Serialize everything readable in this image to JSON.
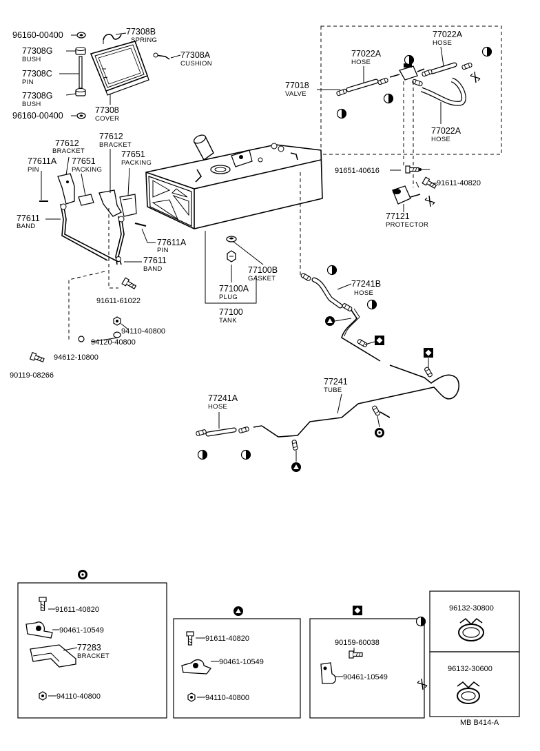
{
  "diagram_code": "MB B414-A",
  "labels": {
    "p96160_top": "96160-00400",
    "p77308B": "77308B",
    "p77308B_name": "SPRING",
    "p77308G_a": "77308G",
    "p77308G_a_name": "BUSH",
    "p77308A": "77308A",
    "p77308A_name": "CUSHION",
    "p77308C": "77308C",
    "p77308C_name": "PIN",
    "p77308G_b": "77308G",
    "p77308G_b_name": "BUSH",
    "p77308": "77308",
    "p77308_name": "COVER",
    "p96160_bot": "96160-00400",
    "p77612_a": "77612",
    "p77612_a_name": "BRACKET",
    "p77612_b": "77612",
    "p77612_b_name": "BRACKET",
    "p77611A_a": "77611A",
    "p77611A_a_name": "PIN",
    "p77651_a": "77651",
    "p77651_a_name": "PACKING",
    "p77651_b": "77651",
    "p77651_b_name": "PACKING",
    "p77611_a": "77611",
    "p77611_a_name": "BAND",
    "p77611A_b": "77611A",
    "p77611A_b_name": "PIN",
    "p77611_b": "77611",
    "p77611_b_name": "BAND",
    "p91611_61022": "91611-61022",
    "p94110_40800": "94110-40800",
    "p94120_40800": "94120-40800",
    "p94612_10800": "94612-10800",
    "p90119_08266": "90119-08266",
    "p77100B": "77100B",
    "p77100B_name": "GASKET",
    "p77100A": "77100A",
    "p77100A_name": "PLUG",
    "p77100": "77100",
    "p77100_name": "TANK",
    "p77022A_a": "77022A",
    "p77022A_a_name": "HOSE",
    "p77022A_b": "77022A",
    "p77022A_b_name": "HOSE",
    "p77022A_c": "77022A",
    "p77022A_c_name": "HOSE",
    "p77018": "77018",
    "p77018_name": "VALVE",
    "p91651_40616": "91651-40616",
    "p91611_40820": "91611-40820",
    "p77121": "77121",
    "p77121_name": "PROTECTOR",
    "p77241B": "77241B",
    "p77241B_name": "HOSE",
    "p77241": "77241",
    "p77241_name": "TUBE",
    "p77241A": "77241A",
    "p77241A_name": "HOSE"
  },
  "details": {
    "d1_a": "91611-40820",
    "d1_b": "90461-10549",
    "d1_c": "77283",
    "d1_c_name": "BRACKET",
    "d1_d": "94110-40800",
    "d2_a": "91611-40820",
    "d2_b": "90461-10549",
    "d2_c": "94110-40800",
    "d3_a": "90159-60038",
    "d3_b": "90461-10549",
    "d4_a": "96132-30800",
    "d4_b": "96132-30600"
  },
  "colors": {
    "ink": "#000000",
    "paper": "#ffffff"
  },
  "symbols": [
    "spiral-circle-symbol",
    "triangle-symbol",
    "diamond-symbol",
    "half-circle-symbol",
    "cross-symbol"
  ]
}
